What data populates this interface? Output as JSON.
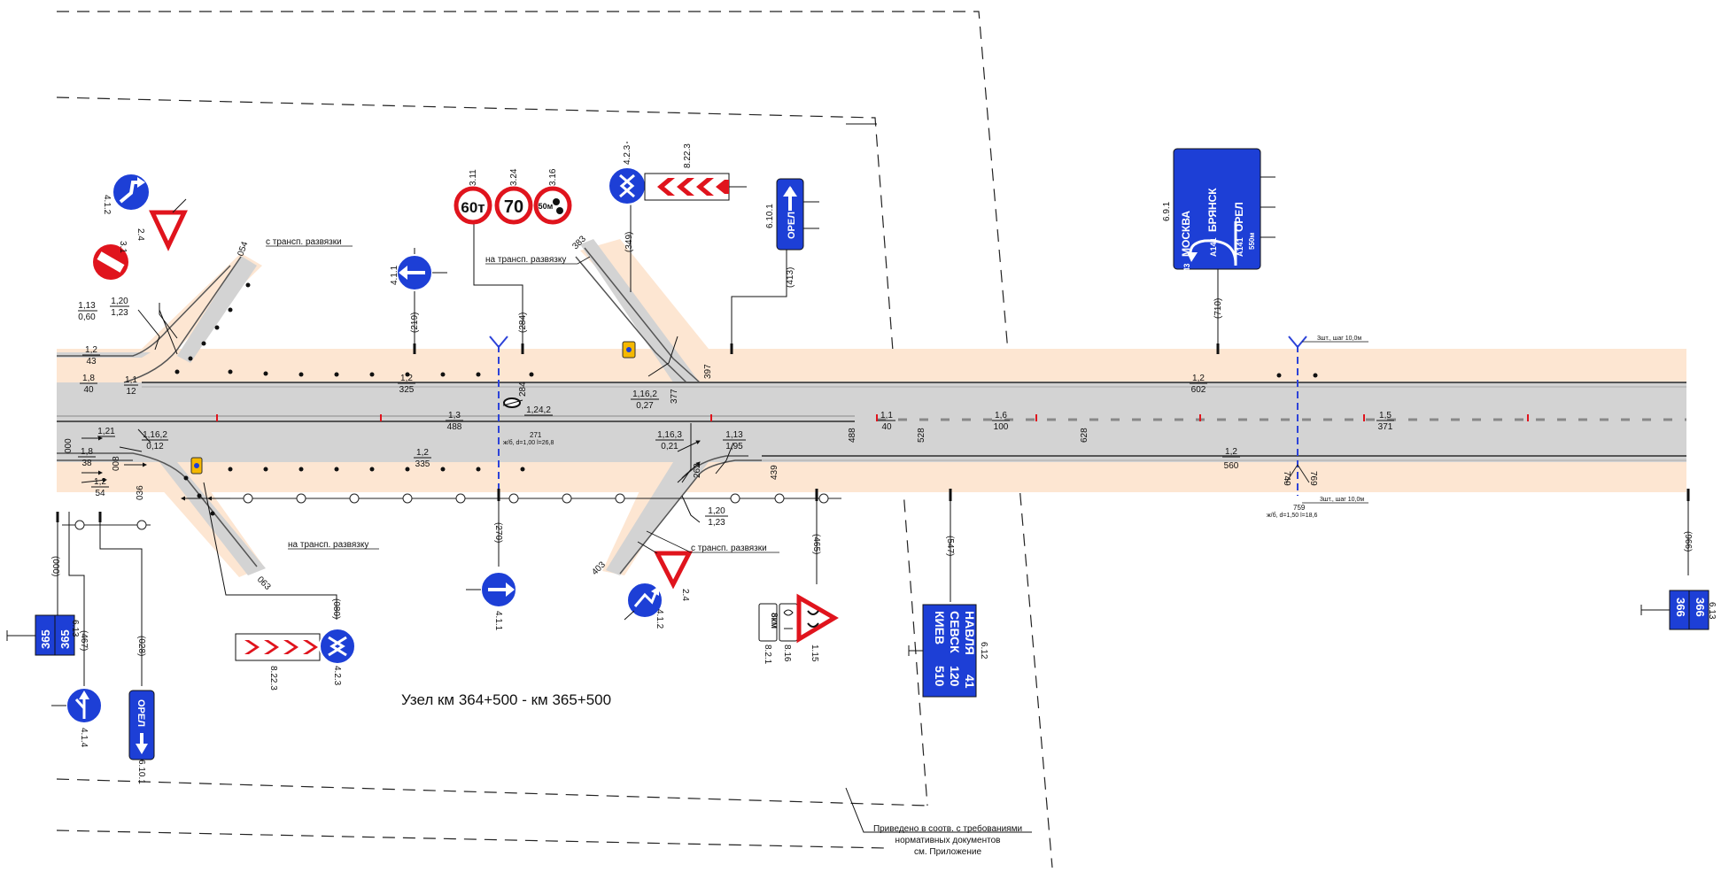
{
  "title": "Узел км 364+500 - км 365+500",
  "footnote": [
    "Приведено в соотв. с требованиями",
    "нормативных документов",
    "см. Приложение"
  ],
  "ramp_labels": {
    "from_nw": "с трансп. развязки",
    "to_ne": "на трансп. развязку",
    "to_sw": "на трансп. развязку",
    "from_se": "с трансп. развязки"
  },
  "chainage": [
    "054",
    "383",
    "397",
    "377",
    "284",
    "488",
    "528",
    "628",
    "439",
    "262",
    "403",
    "063",
    "000",
    "036",
    "008",
    "749",
    "769",
    "759",
    "271"
  ],
  "distances": [
    "(219)",
    "(284)",
    "(349)",
    "(413)",
    "(710)",
    "(270)",
    "(080)",
    "(028)",
    "(000)",
    "(467)",
    "(465)",
    "(547)",
    "(966)"
  ],
  "markings": [
    {
      "top": "1,13",
      "bot": "0,60"
    },
    {
      "top": "1,20",
      "bot": "1,23"
    },
    {
      "top": "1,2",
      "bot": "43"
    },
    {
      "top": "1,8",
      "bot": "40"
    },
    {
      "top": "1,1",
      "bot": "12"
    },
    {
      "top": "1,2",
      "bot": "325"
    },
    {
      "top": "1,16,2",
      "bot": "0,27"
    },
    {
      "top": "1,3",
      "bot": "488"
    },
    {
      "top": "1,24,2",
      "bot": ""
    },
    {
      "top": "1,21",
      "bot": ""
    },
    {
      "top": "1,16,2",
      "bot": "0,12"
    },
    {
      "top": "1,2",
      "bot": "335"
    },
    {
      "top": "1,16,3",
      "bot": "0,21"
    },
    {
      "top": "1,13",
      "bot": "1,95"
    },
    {
      "top": "1,20",
      "bot": "1,23"
    },
    {
      "top": "1,8",
      "bot": "38"
    },
    {
      "top": "1,2",
      "bot": "54"
    },
    {
      "top": "1,1",
      "bot": "40"
    },
    {
      "top": "1,6",
      "bot": "100"
    },
    {
      "top": "1,2",
      "bot": "602"
    },
    {
      "top": "1,2",
      "bot": "560"
    },
    {
      "top": "1,5",
      "bot": "371"
    }
  ],
  "notes": {
    "pipe_left": "ж/б, d=1,00 l=26,8",
    "pipe_right": "ж/б, d=1,50 l=18,6",
    "step_top": "3шт., шаг 10,0м",
    "step_bot": "3шт., шаг 10,0м"
  },
  "sign_codes": [
    "4.1.2",
    "2.4",
    "3.1",
    "4.1.1",
    "3.11",
    "3.24",
    "3.16",
    "4.2.3",
    "8.22.3",
    "6.10.1",
    "6.9.1",
    "4.1.1",
    "8.22.3",
    "4.2.3",
    "6.13",
    "4.1.4",
    "6.10.1",
    "2.4",
    "4.1.2",
    "8.2.1",
    "8.16",
    "1.15",
    "6.12",
    "6.13"
  ],
  "sign_text": {
    "weight_limit": "60т",
    "speed_limit": "70",
    "distance_limit": "50м",
    "orel": "ОРЕЛ",
    "moscow": "МОСКВА",
    "bryansk": "БРЯНСК",
    "m3": "М3",
    "a141": "А141",
    "dist_550": "550м",
    "km365": "365",
    "km366": "366",
    "plate_8km": "8км",
    "city_rows": [
      {
        "name": "НАВЛЯ",
        "dist": "41"
      },
      {
        "name": "СЕВСК",
        "dist": "120"
      },
      {
        "name": "КИЕВ",
        "dist": "510"
      }
    ]
  },
  "colors": {
    "sign_blue": "#1d3fd6",
    "sign_red": "#e0141d",
    "road": "#d2d2d2",
    "shoulder": "#fde6d2",
    "centerline": "#2d43d8"
  }
}
